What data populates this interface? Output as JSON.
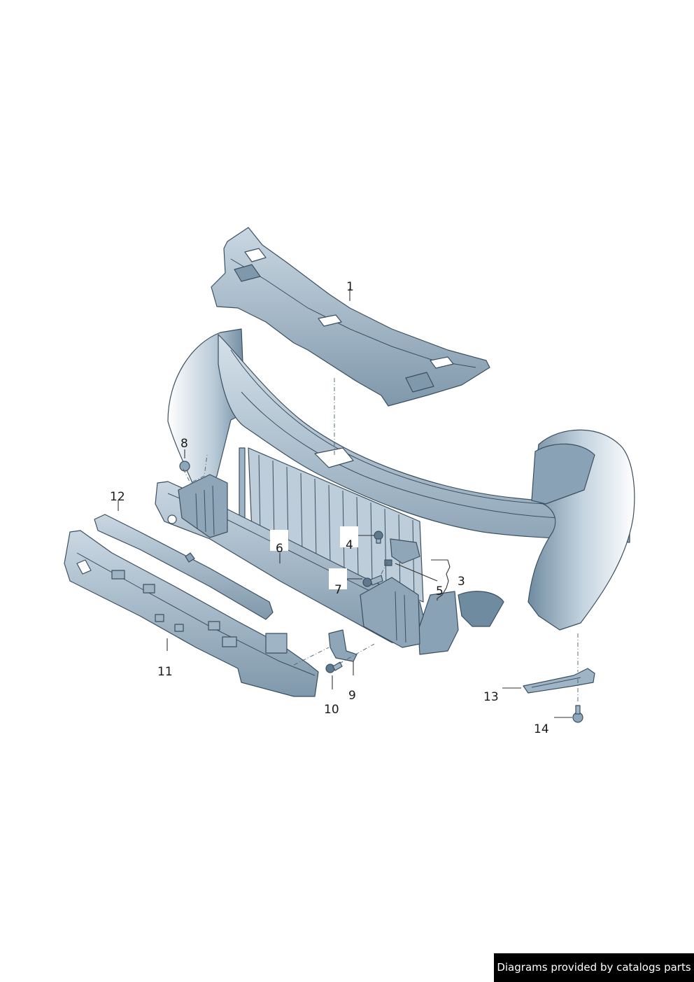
{
  "callouts": {
    "c1": "1",
    "c3": "3",
    "c4": "4",
    "c5": "5",
    "c6": "6",
    "c7": "7",
    "c8": "8",
    "c9": "9",
    "c10": "10",
    "c11": "11",
    "c12": "12",
    "c13": "13",
    "c14": "14"
  },
  "credit": "Diagrams provided by catalogs parts",
  "colors": {
    "part_fill": "#b6c8d6",
    "part_shade": "#8fa6b8",
    "part_dark": "#5f7a8e",
    "outline": "#3b4f60",
    "credit_bg": "#000000"
  }
}
